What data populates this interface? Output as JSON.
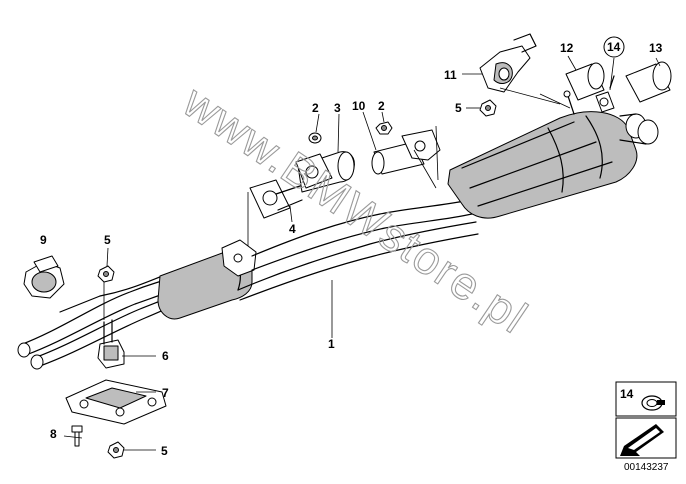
{
  "watermark": "www.BMWstore.pl",
  "document_number": "00143237",
  "legend_number": "14",
  "callouts": {
    "p1": "1",
    "p2a": "2",
    "p2b": "2",
    "p3": "3",
    "p4": "4",
    "p5a": "5",
    "p5b": "5",
    "p5c": "5",
    "p6": "6",
    "p7": "7",
    "p8": "8",
    "p9": "9",
    "p10": "10",
    "p11": "11",
    "p12": "12",
    "p13": "13",
    "p14": "14"
  }
}
